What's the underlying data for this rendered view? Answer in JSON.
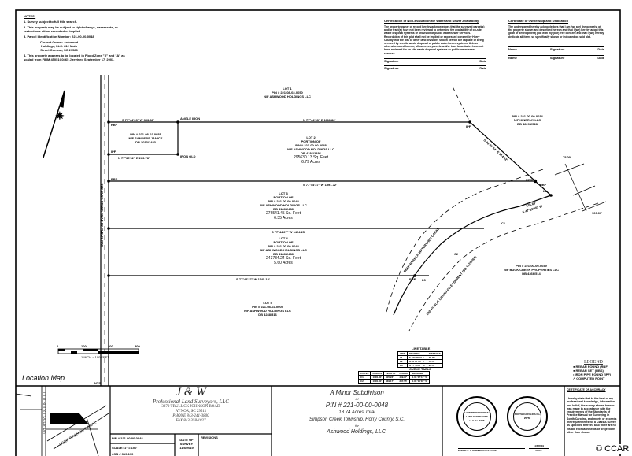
{
  "notes": {
    "title": "NOTES:",
    "items": [
      "1. Survey subject to full title search.",
      "2. This property may be subject to right of ways, easements, or restrictions either recorded or implied.",
      "3. Parcel Identification Number: 221-00-00-0048",
      "Current Owner: Ashwood Holdings, LLC. 812 Main Street Conway, SC 29526",
      "4. This property appears to be located in Flood Zone \"X\" and \"A\" as scaled from FIRM 45051C0465 J revised September 17, 2003."
    ]
  },
  "cert_sewer": {
    "title": "Certification of Non-Evaluation for Water and Sewer Availability",
    "body": "The property owner of record hereby acknowledges that the surveyed parcel(s) and/or tract(s) have not been reviewed to determine the availability of on-site waste disposal systems or provision of public water/sewer services. Recordation of this plat shall not be implied or expressed consent by Horry County that the lots or other land divisions shown hereon are capable of being serviced by on-site waste disposal or public water/sewer systems. Unless otherwise noted hereon, all surveyed parcels and/or tract boundaries have not been reviewed for on-site waste disposal systems or public water/sewer services.",
    "signature": "Signature",
    "date": "Date"
  },
  "cert_ownership": {
    "title": "Certificate of Ownership and Dedication",
    "body": "The undersigned hereby acknowledges that I am (we are) the owner(s) of the property shown and described hereon and that I (we) hereby adopt this (plan of development) plat with my (our) free consent and that I (we) hereby dedicate all items so specifically shown or indicated on said plat.",
    "name": "Name",
    "signature": "Signature",
    "date": "Date"
  },
  "plat": {
    "lot1": [
      "LOT 1",
      "PIN # 221-08-02-0050",
      "N/F ASHWOOD HOLDINGS LLC"
    ],
    "sanders": [
      "PIN # 221-08-02-0051",
      "N/F SANDERS JANICE",
      "DB 3013/1483"
    ],
    "lot2": [
      "LOT 2",
      "PORTION OF",
      "PIN # 221-00-00-0048",
      "N/F ASHWOOD HOLDINGS LLC",
      "DB 4186/2486",
      "295630.13 Sq. Feet",
      "6.79 Acres"
    ],
    "lot3": [
      "LOT 3",
      "PORTION OF",
      "PIN # 221-00-00-0048",
      "N/F ASHWOOD HOLDINGS LLC",
      "DB 4186/2486",
      "276541.45 Sq. Feet",
      "6.35 Acres"
    ],
    "lot4": [
      "LOT 4",
      "PORTION OF",
      "PIN # 221-00-00-0048",
      "N/F ASHWOOD HOLDINGS LLC",
      "DB 4186/2486",
      "243784.24 Sq. Feet",
      "5.60 Acres"
    ],
    "lot5": [
      "LOT 5",
      "PIN # 221-08-02-0005",
      "N/F ASHWOOD HOLDINGS LLC",
      "DB 4248/316"
    ],
    "kinerny": [
      "PIN # 221-00-00-0034",
      "N/F KINERNY LLC",
      "DB 4229/2528"
    ],
    "buck_creek": [
      "PIN # 221-00-00-0049",
      "N/F BUCK CREEK PROPERTIES LLC",
      "DB 4366/514"
    ],
    "bearings": {
      "b1": "S 77°44'03\" W  353.88'",
      "b2": "N 77°44'03\" E  1111.86'",
      "b3": "N 77°36'02\" E  263.78'",
      "b4": "S 77°44'37\" W  1591.72'",
      "b5": "S 77°44'27\" W  1454.25'",
      "b6": "S 77°44'27\" W  1145.18'",
      "b7": "S 46°27'04\" E  314.02'",
      "b8": "S 47°10'59\" W",
      "b9": "135.69'"
    },
    "markers": {
      "angle_iron": "ANGLE IRON",
      "iron_old": "IRON OLD",
      "rbf": "RBF",
      "ipf": "IPF",
      "rbs": "RBS",
      "l1": "L1",
      "l2": "L2",
      "l3": "L3",
      "c1": "C1",
      "c2": "C2"
    },
    "road": "OLD BUCK CREEK ROAD 66' PUBLIC R/W",
    "ditch": "DEEP BRANCH WATERSHED CANAL",
    "easement": "100' PUBLIC DRAINAGE EASEMENT (DB 1470/267)",
    "dim1": "75.00'",
    "dim2": "100.00'"
  },
  "scale": {
    "ticks": [
      "0",
      "100",
      "200",
      "300"
    ],
    "caption": "1 INCH = 100 FEET"
  },
  "line_table": {
    "title": "LINE TABLE",
    "rows": [
      [
        "LINE",
        "BEARING",
        "DISTANCE"
      ],
      [
        "L1",
        "S 46°27'04\" E",
        "30.00'"
      ],
      [
        "L2",
        "S 46°27'04\" E",
        "54.51'"
      ],
      [
        "L3",
        "S 77°44'27\" W",
        "29.51'"
      ]
    ]
  },
  "curve_table": {
    "title": "CURVE TABLE",
    "rows": [
      [
        "CURVE",
        "RADIUS",
        "LENGTH",
        "CHORD",
        "BEARING"
      ],
      [
        "C1",
        "1000.00'",
        "505.23'",
        "499.87'",
        "S 61°37'41\" W"
      ],
      [
        "C2",
        "1000.00'",
        "339.17'",
        "337.55'",
        "S 81°10'39\" W"
      ]
    ]
  },
  "legend": {
    "title": "LEGEND",
    "items": [
      "REBAR FOUND (RBF)",
      "REBAR SET (RBS)",
      "IRON PIPE FOUND (IPF)",
      "COMPUTED POINT"
    ]
  },
  "location_map": {
    "title": "Location Map",
    "nts": "NTS",
    "road1": "OLD BUCK CREEK RD",
    "road2": "DEEP BRANCH CANAL"
  },
  "firm": {
    "name": "J & W",
    "subtitle": "Professional Land Surveyors, LLC",
    "address1": "3370 TRULUCK JOHNSON ROAD",
    "address2": "AYNOR, SC 29511",
    "phone": "PHONE 843-241-3800",
    "fax": "FAX 843-358-1827"
  },
  "info": {
    "pin": "PIN # 221-00-00-0048",
    "scale": "SCALE: 1\" = 100'",
    "job": "JOB # 319-190",
    "date_label": "DATE OF SURVEY",
    "date": "11/8/2019",
    "revisions": "REVISIONS"
  },
  "title_block": {
    "line1": "A Minor Subdivison",
    "line2": "Of",
    "line3": "PIN # 221-00-00-0048",
    "line4": "18.74 Acres Total",
    "line5": "Simpson Creek Township, Horry County, S.C.",
    "line6": "for",
    "line7": "Ashwood Holdings, LLC."
  },
  "seals": {
    "seal1": "J & W PROFESSIONAL LAND SURVEYORS LLC No. 1036",
    "seal2": "SOUTH CAROLINA No. 25769",
    "surveyor": "EVERETT T. JOHNSON PLS 25769",
    "sign_date": "11/8/2019",
    "date_label": "DATE"
  },
  "accuracy": {
    "title": "CERTIFICATE OF ACCURACY",
    "body": "I hereby state that to the best of my professional knowledge, information, and belief, the survey shown hereon was made in accordance with the requirements of the Standards of Practice Manual for Surveying in South Carolina, and meets or exceeds the requirements for a Class A survey as specified therein; also there are no visible encroachments or projections other than shown."
  },
  "watermark": "© CCAR"
}
